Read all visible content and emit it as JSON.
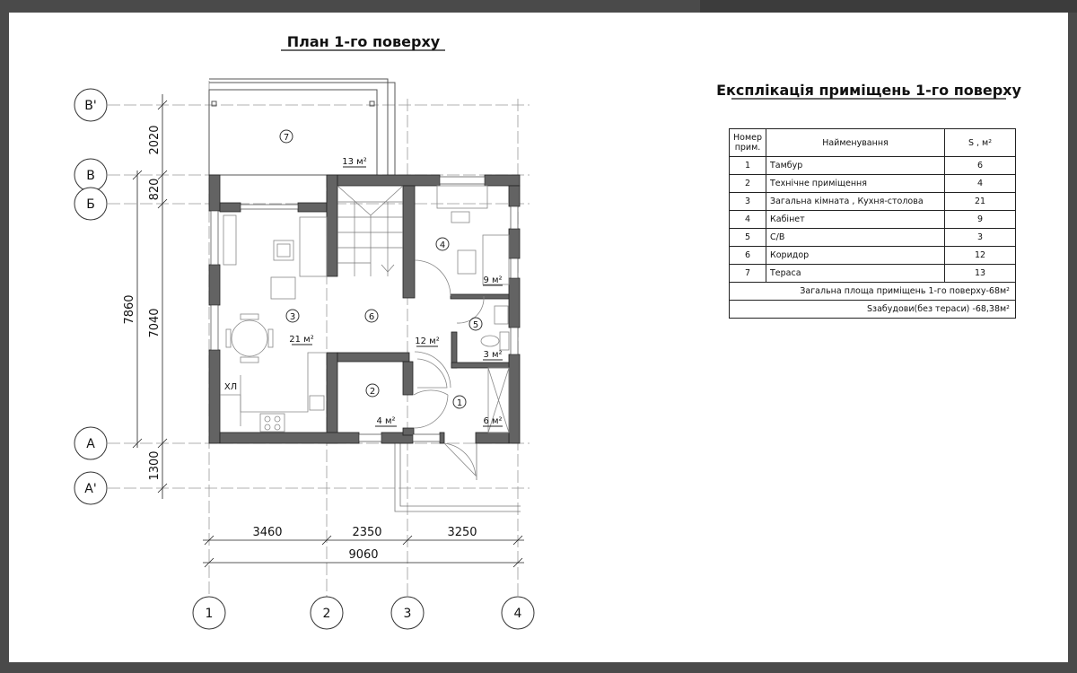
{
  "plan": {
    "title": "План 1-го поверху",
    "axes_rows": [
      "В'",
      "В",
      "Б",
      "А",
      "А'"
    ],
    "axes_cols": [
      "1",
      "2",
      "3",
      "4"
    ],
    "dims_vertical": [
      "2020",
      "820",
      "7040",
      "7860",
      "1300"
    ],
    "dims_horizontal": [
      "3460",
      "2350",
      "3250",
      "9060"
    ],
    "rooms": [
      {
        "num": "1",
        "area": "6 м²"
      },
      {
        "num": "2",
        "area": "4 м²"
      },
      {
        "num": "3",
        "area": "21 м²"
      },
      {
        "num": "4",
        "area": "9 м²"
      },
      {
        "num": "5",
        "area": "3 м²"
      },
      {
        "num": "6",
        "area": "12 м²"
      },
      {
        "num": "7",
        "area": "13 м²"
      }
    ],
    "fridge_label": "ХЛ"
  },
  "explication": {
    "title": "Експлікація приміщень 1-го поверху",
    "headers": {
      "num": "Номер прим.",
      "name": "Найменування",
      "area": "S , м²"
    },
    "rows": [
      {
        "num": "1",
        "name": "Тамбур",
        "area": "6"
      },
      {
        "num": "2",
        "name": "Технічне приміщення",
        "area": "4"
      },
      {
        "num": "3",
        "name": "Загальна кімната , Кухня-столова",
        "area": "21"
      },
      {
        "num": "4",
        "name": "Кабінет",
        "area": "9"
      },
      {
        "num": "5",
        "name": "С/В",
        "area": "3"
      },
      {
        "num": "6",
        "name": "Коридор",
        "area": "12"
      },
      {
        "num": "7",
        "name": "Тераса",
        "area": "13"
      }
    ],
    "total": "Загальна площа приміщень 1-го поверху-68м²",
    "building_area": "Sзабудови(без тераси)  -68,38м²"
  }
}
